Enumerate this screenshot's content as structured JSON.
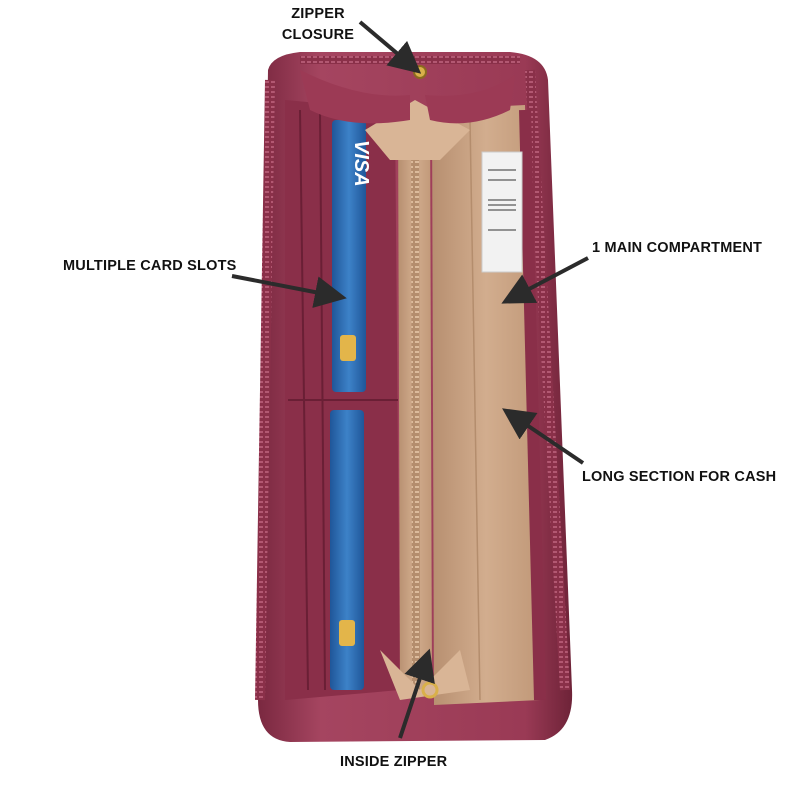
{
  "callouts": {
    "zipper_closure": {
      "line1": "ZIPPER",
      "line2": "CLOSURE"
    },
    "card_slots": "MULTIPLE CARD SLOTS",
    "main_compartment": "1 MAIN COMPARTMENT",
    "cash_section": "LONG SECTION FOR CASH",
    "inside_zipper": "INSIDE ZIPPER"
  },
  "card_brand": "VISA",
  "colors": {
    "wallet_exterior": "#9c3a55",
    "wallet_dark": "#6e2338",
    "lining_tan": "#cfa889",
    "card_blue": "#2f6fb8",
    "chip_gold": "#e3b54a",
    "arrow": "#2b2b2b"
  }
}
